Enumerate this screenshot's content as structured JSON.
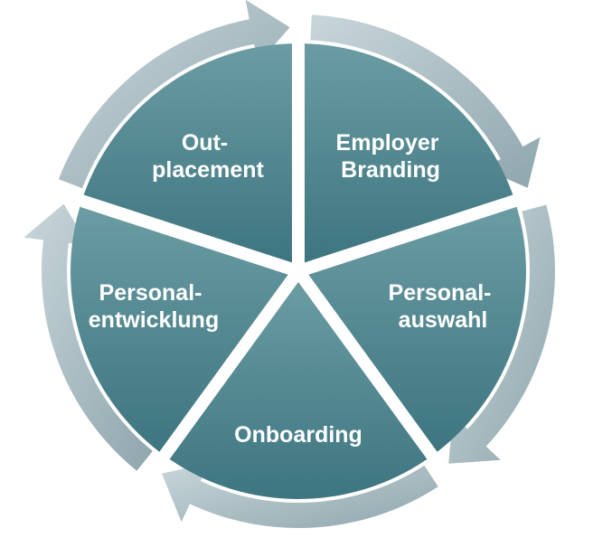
{
  "diagram": {
    "type": "cycle",
    "colors": {
      "segment_light": "#6b9ca3",
      "segment_dark": "#3d7580",
      "arrow_light": "#c8d6db",
      "arrow_dark": "#8fa6ad",
      "label": "#ffffff"
    },
    "segments": [
      {
        "id": "employer-branding",
        "lines": [
          "Employer",
          "Branding"
        ]
      },
      {
        "id": "personalauswahl",
        "lines": [
          "Personal-",
          "auswahl"
        ]
      },
      {
        "id": "onboarding",
        "lines": [
          "Onboarding"
        ]
      },
      {
        "id": "personalentwicklung",
        "lines": [
          "Personal-",
          "entwicklung"
        ]
      },
      {
        "id": "outplacement",
        "lines": [
          "Out-",
          "placement"
        ]
      }
    ]
  }
}
